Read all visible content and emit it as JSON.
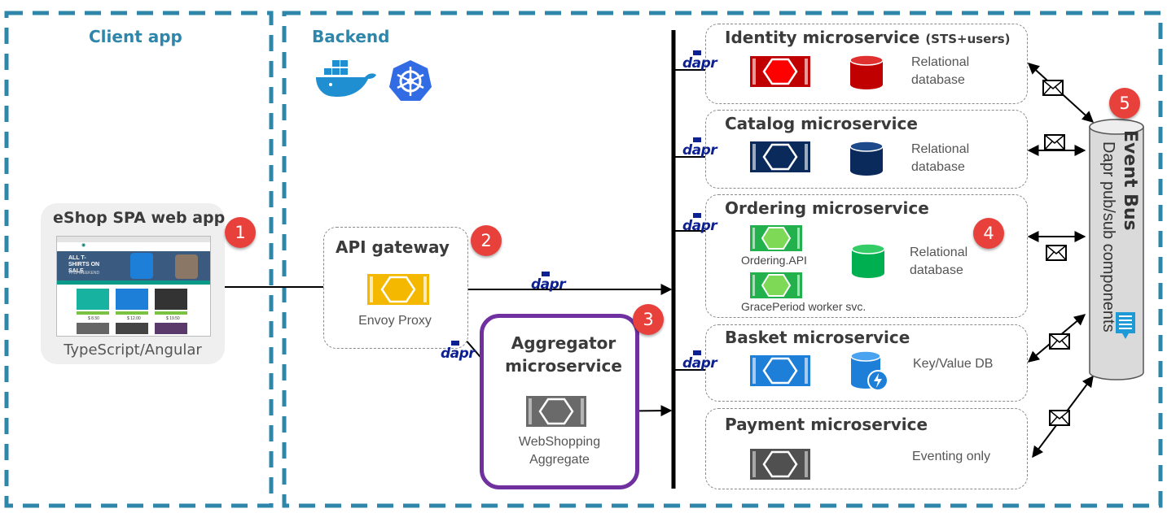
{
  "zones": {
    "client_title": "Client app",
    "backend_title": "Backend"
  },
  "client": {
    "app_title": "eShop SPA web app",
    "framework": "TypeScript/Angular",
    "thumb_banner": "ALL T-SHIRTS ON SALE",
    "thumb_banner_sub": "THIS WEEKEND",
    "thumb_prices": [
      "$ 8.50",
      "$ 12.00",
      "$ 19.50"
    ]
  },
  "gateway": {
    "title": "API gateway",
    "proxy_label": "Envoy Proxy"
  },
  "aggregator": {
    "title_line1": "Aggregator",
    "title_line2": "microservice",
    "label_line1": "WebShopping",
    "label_line2": "Aggregate"
  },
  "services": {
    "identity": {
      "title": "Identity microservice",
      "suffix": "(STS+users)",
      "db_line1": "Relational",
      "db_line2": "database"
    },
    "catalog": {
      "title": "Catalog microservice",
      "db_line1": "Relational",
      "db_line2": "database"
    },
    "ordering": {
      "title": "Ordering microservice",
      "db_line1": "Relational",
      "db_line2": "database",
      "api_label": "Ordering.API",
      "worker_label": "GracePeriod worker svc."
    },
    "basket": {
      "title": "Basket microservice",
      "db_label": "Key/Value DB"
    },
    "payment": {
      "title": "Payment microservice",
      "db_label": "Eventing only"
    }
  },
  "event_bus": {
    "title": "Event Bus",
    "subtitle": "Dapr pub/sub components"
  },
  "dapr_label": "dapr",
  "badges": [
    "1",
    "2",
    "3",
    "4",
    "5"
  ],
  "colors": {
    "identity": "#c00000",
    "catalog": "#0b2a5c",
    "ordering": "#23b14d",
    "basket": "#1e7fd9",
    "payment": "#505050",
    "aggregator": "#6a6a6a",
    "envoy": "#f5b800",
    "aggregator_border": "#7030a0",
    "zone_border": "#2e86ab",
    "badge": "#e8413c"
  },
  "icons": [
    "docker-icon",
    "kubernetes-icon",
    "envelope-icon",
    "database-icon",
    "microservice-icon",
    "dapr-logo"
  ]
}
